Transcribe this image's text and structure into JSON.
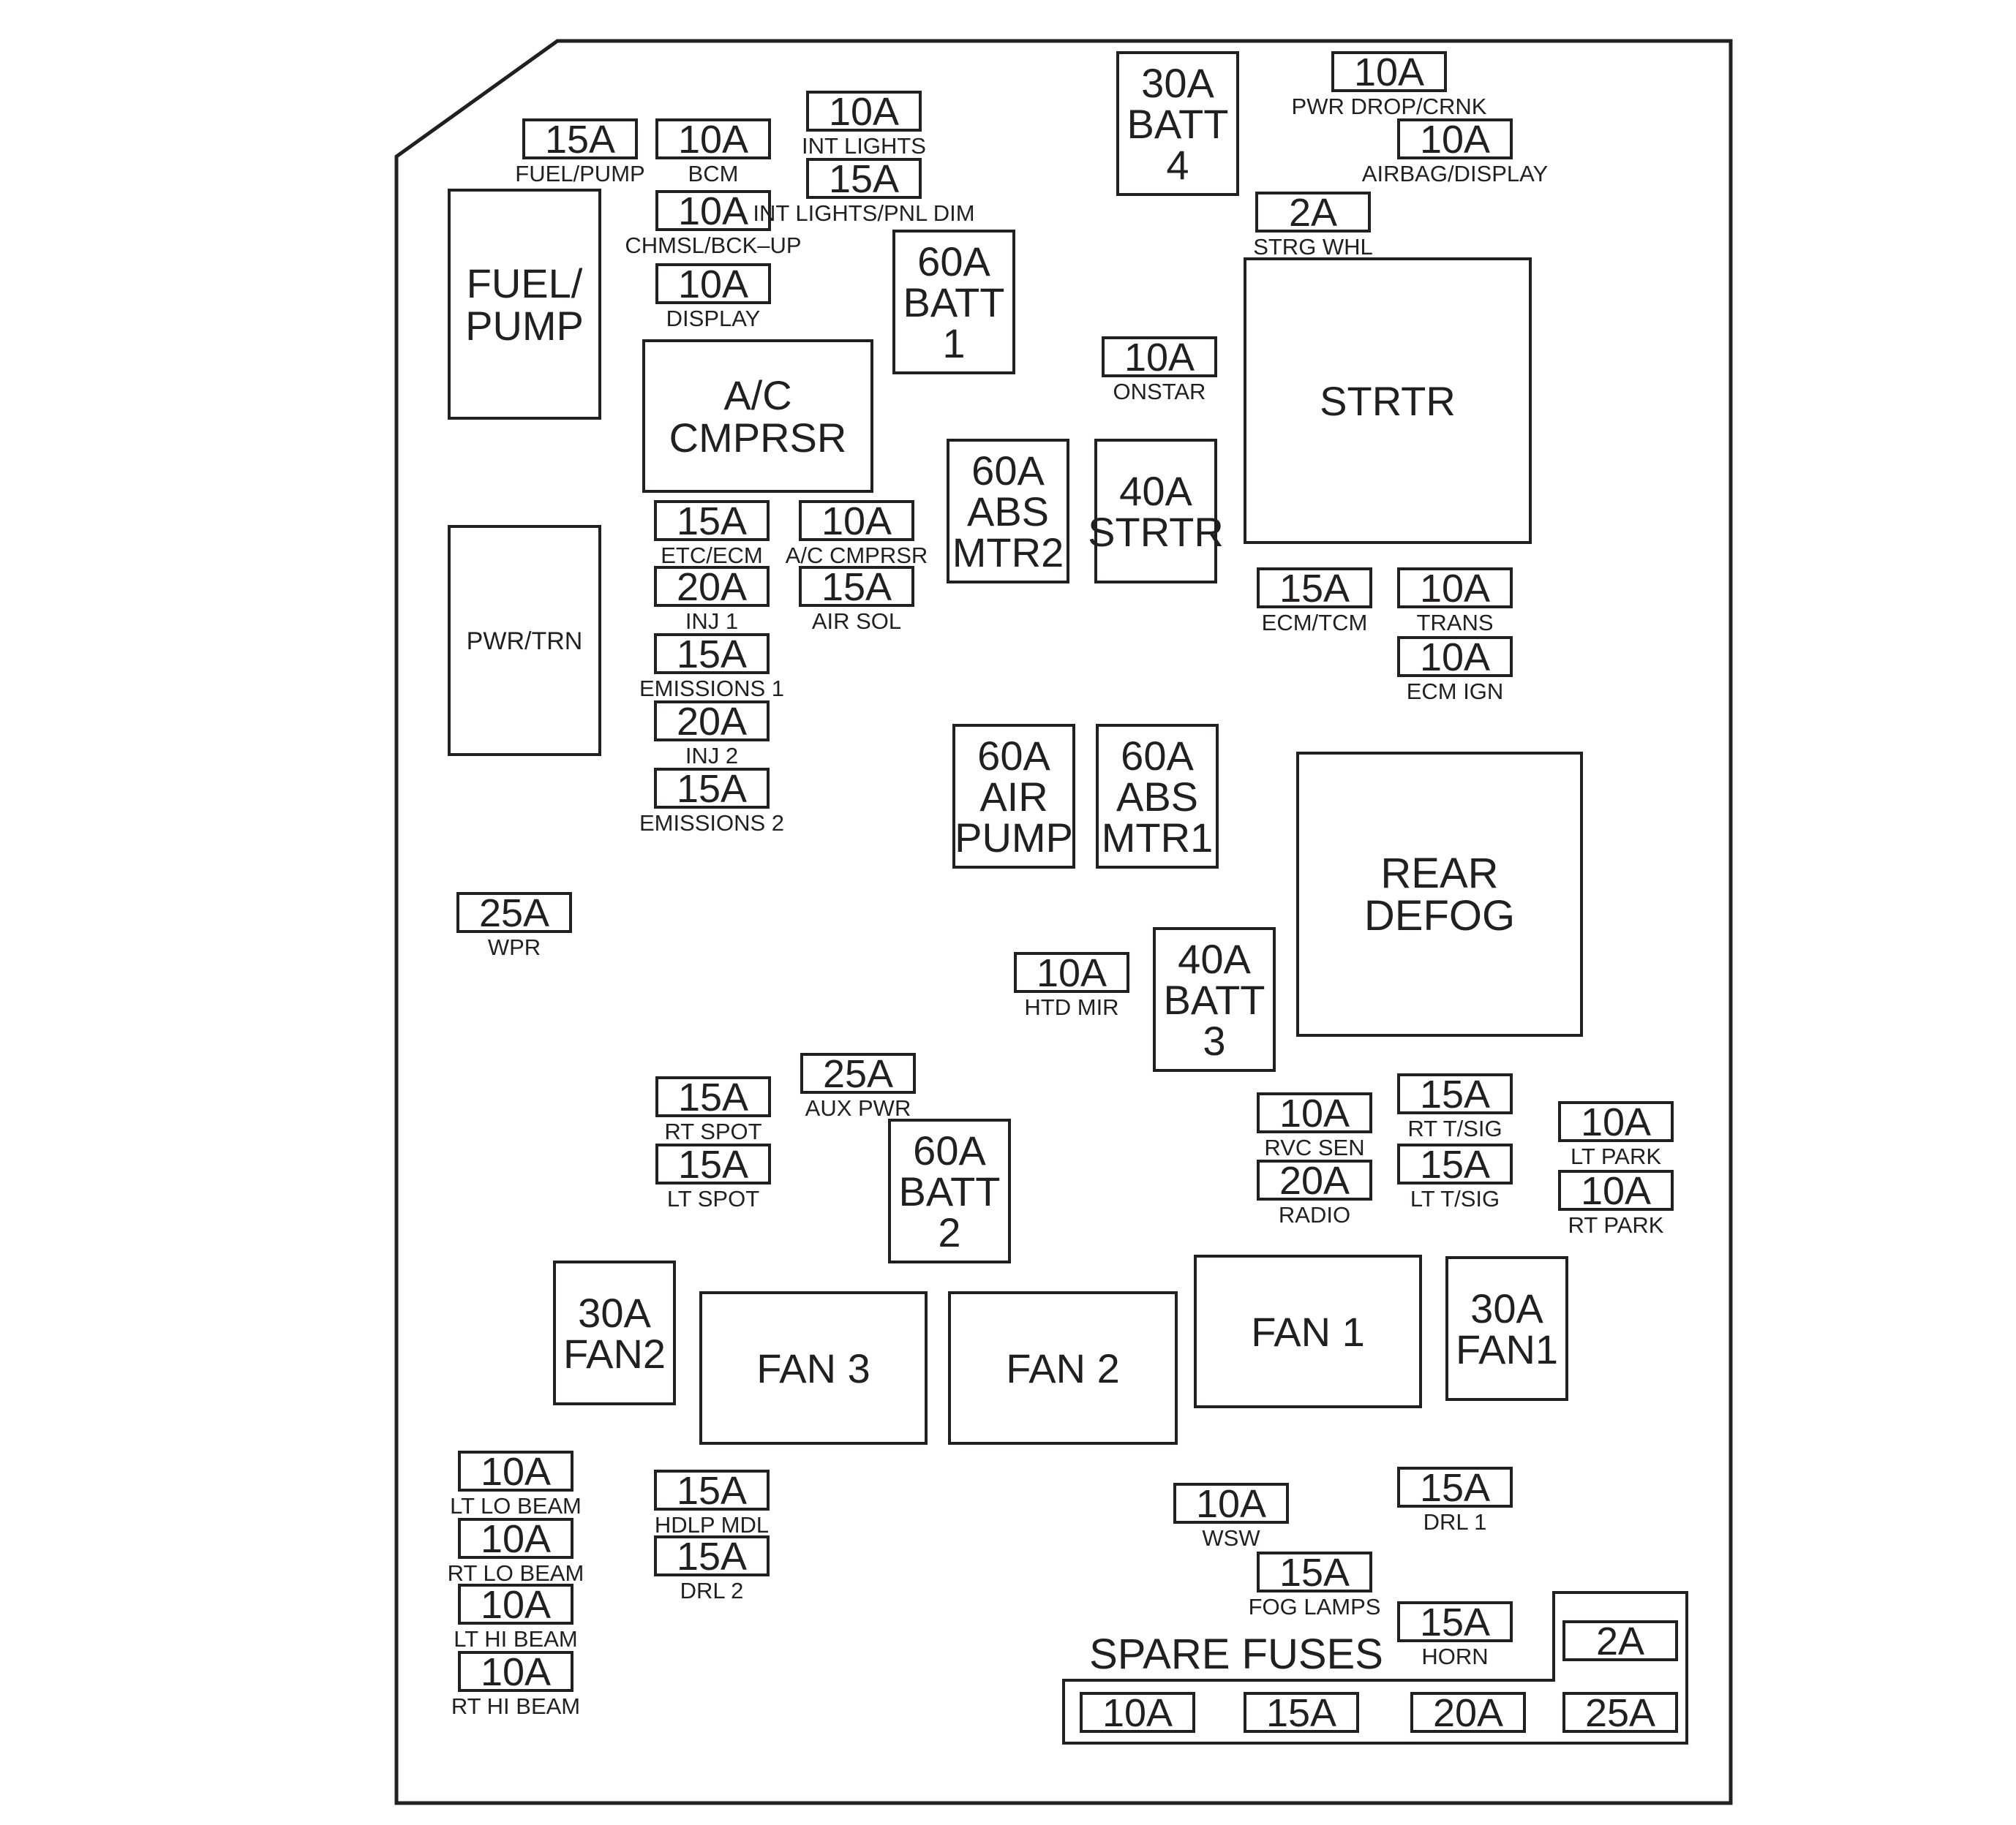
{
  "fuses": [
    {
      "id": "fuel-pump-fuse",
      "rating": "15A",
      "label": "FUEL/PUMP"
    },
    {
      "id": "bcm-fuse",
      "rating": "10A",
      "label": "BCM"
    },
    {
      "id": "chmsl-fuse",
      "rating": "10A",
      "label": "CHMSL/BCK–UP"
    },
    {
      "id": "display-fuse",
      "rating": "10A",
      "label": "DISPLAY"
    },
    {
      "id": "int-lights-fuse",
      "rating": "10A",
      "label": "INT LIGHTS"
    },
    {
      "id": "int-lights-pnl-dim-fuse",
      "rating": "15A",
      "label": "INT LIGHTS/PNL DIM"
    },
    {
      "id": "pwr-drop-crnk-fuse",
      "rating": "10A",
      "label": "PWR DROP/CRNK"
    },
    {
      "id": "airbag-display-fuse",
      "rating": "10A",
      "label": "AIRBAG/DISPLAY"
    },
    {
      "id": "strg-whl-fuse",
      "rating": "2A",
      "label": "STRG WHL"
    },
    {
      "id": "onstar-fuse",
      "rating": "10A",
      "label": "ONSTAR"
    },
    {
      "id": "etc-ecm-fuse",
      "rating": "15A",
      "label": "ETC/ECM"
    },
    {
      "id": "ac-cmprsr-fuse",
      "rating": "10A",
      "label": "A/C CMPRSR"
    },
    {
      "id": "inj1-fuse",
      "rating": "20A",
      "label": "INJ 1"
    },
    {
      "id": "air-sol-fuse",
      "rating": "15A",
      "label": "AIR SOL"
    },
    {
      "id": "emissions1-fuse",
      "rating": "15A",
      "label": "EMISSIONS 1"
    },
    {
      "id": "inj2-fuse",
      "rating": "20A",
      "label": "INJ 2"
    },
    {
      "id": "emissions2-fuse",
      "rating": "15A",
      "label": "EMISSIONS 2"
    },
    {
      "id": "ecm-tcm-fuse",
      "rating": "15A",
      "label": "ECM/TCM"
    },
    {
      "id": "trans-fuse",
      "rating": "10A",
      "label": "TRANS"
    },
    {
      "id": "ecm-ign-fuse",
      "rating": "10A",
      "label": "ECM IGN"
    },
    {
      "id": "wpr-fuse",
      "rating": "25A",
      "label": "WPR"
    },
    {
      "id": "htd-mir-fuse",
      "rating": "10A",
      "label": "HTD MIR"
    },
    {
      "id": "aux-pwr-fuse",
      "rating": "25A",
      "label": "AUX PWR"
    },
    {
      "id": "rt-spot-fuse",
      "rating": "15A",
      "label": "RT SPOT"
    },
    {
      "id": "lt-spot-fuse",
      "rating": "15A",
      "label": "LT SPOT"
    },
    {
      "id": "rvc-sen-fuse",
      "rating": "10A",
      "label": "RVC SEN"
    },
    {
      "id": "radio-fuse",
      "rating": "20A",
      "label": "RADIO"
    },
    {
      "id": "rt-tsig-fuse",
      "rating": "15A",
      "label": "RT T/SIG"
    },
    {
      "id": "lt-tsig-fuse",
      "rating": "15A",
      "label": "LT T/SIG"
    },
    {
      "id": "lt-park-fuse",
      "rating": "10A",
      "label": "LT PARK"
    },
    {
      "id": "rt-park-fuse",
      "rating": "10A",
      "label": "RT PARK"
    },
    {
      "id": "lt-lo-beam-fuse",
      "rating": "10A",
      "label": "LT LO BEAM"
    },
    {
      "id": "rt-lo-beam-fuse",
      "rating": "10A",
      "label": "RT LO BEAM"
    },
    {
      "id": "lt-hi-beam-fuse",
      "rating": "10A",
      "label": "LT HI BEAM"
    },
    {
      "id": "rt-hi-beam-fuse",
      "rating": "10A",
      "label": "RT HI BEAM"
    },
    {
      "id": "hdlp-mdl-fuse",
      "rating": "15A",
      "label": "HDLP MDL"
    },
    {
      "id": "drl2-fuse",
      "rating": "15A",
      "label": "DRL 2"
    },
    {
      "id": "wsw-fuse",
      "rating": "10A",
      "label": "WSW"
    },
    {
      "id": "drl1-fuse",
      "rating": "15A",
      "label": "DRL 1"
    },
    {
      "id": "fog-lamps-fuse",
      "rating": "15A",
      "label": "FOG LAMPS"
    },
    {
      "id": "horn-fuse",
      "rating": "15A",
      "label": "HORN"
    }
  ],
  "maxi_fuses": [
    {
      "id": "batt4-fuse",
      "lines": [
        "30A",
        "BATT",
        "4"
      ]
    },
    {
      "id": "batt1-fuse",
      "lines": [
        "60A",
        "BATT",
        "1"
      ]
    },
    {
      "id": "abs-mtr2-fuse",
      "lines": [
        "60A",
        "ABS",
        "MTR2"
      ]
    },
    {
      "id": "strtr-fuse",
      "lines": [
        "40A",
        "STRTR"
      ]
    },
    {
      "id": "air-pump-fuse",
      "lines": [
        "60A",
        "AIR",
        "PUMP"
      ]
    },
    {
      "id": "abs-mtr1-fuse",
      "lines": [
        "60A",
        "ABS",
        "MTR1"
      ]
    },
    {
      "id": "batt3-fuse",
      "lines": [
        "40A",
        "BATT",
        "3"
      ]
    },
    {
      "id": "batt2-fuse",
      "lines": [
        "60A",
        "BATT",
        "2"
      ]
    },
    {
      "id": "fan2-fuse",
      "lines": [
        "30A",
        "FAN2"
      ]
    },
    {
      "id": "fan1-fuse",
      "lines": [
        "30A",
        "FAN1"
      ]
    }
  ],
  "relays": [
    {
      "id": "fuel-pump-relay",
      "lines": [
        "FUEL/",
        "PUMP"
      ]
    },
    {
      "id": "ac-cmprsr-relay",
      "lines": [
        "A/C",
        "CMPRSR"
      ]
    },
    {
      "id": "strtr-relay",
      "lines": [
        "STRTR"
      ]
    },
    {
      "id": "pwr-trn-relay",
      "lines": [
        "PWR/TRN"
      ]
    },
    {
      "id": "rear-defog-relay",
      "lines": [
        "REAR",
        "DEFOG"
      ]
    },
    {
      "id": "fan3-relay",
      "lines": [
        "FAN 3"
      ]
    },
    {
      "id": "fan2-relay",
      "lines": [
        "FAN 2"
      ]
    },
    {
      "id": "fan1-relay",
      "lines": [
        "FAN 1"
      ]
    }
  ],
  "spare": {
    "title": "SPARE FUSES",
    "ratings": [
      "2A",
      "10A",
      "15A",
      "20A",
      "25A"
    ]
  }
}
